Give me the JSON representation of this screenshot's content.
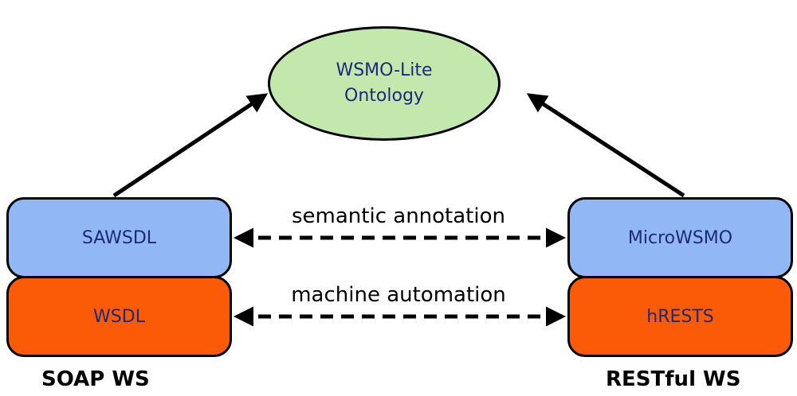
{
  "ontology": {
    "line1": "WSMO-Lite",
    "line2": "Ontology"
  },
  "soap": {
    "top_label": "SAWSDL",
    "bottom_label": "WSDL",
    "footer": "SOAP WS"
  },
  "rest": {
    "top_label": "MicroWSMO",
    "bottom_label": "hRESTS",
    "footer": "RESTful WS"
  },
  "edges": {
    "semantic": "semantic annotation",
    "machine": "machine automation"
  },
  "colors": {
    "ontology_fill": "#c2e8ae",
    "annotation_fill": "#91b7f5",
    "description_fill": "#fb5a06",
    "text": "#1c2a78"
  }
}
